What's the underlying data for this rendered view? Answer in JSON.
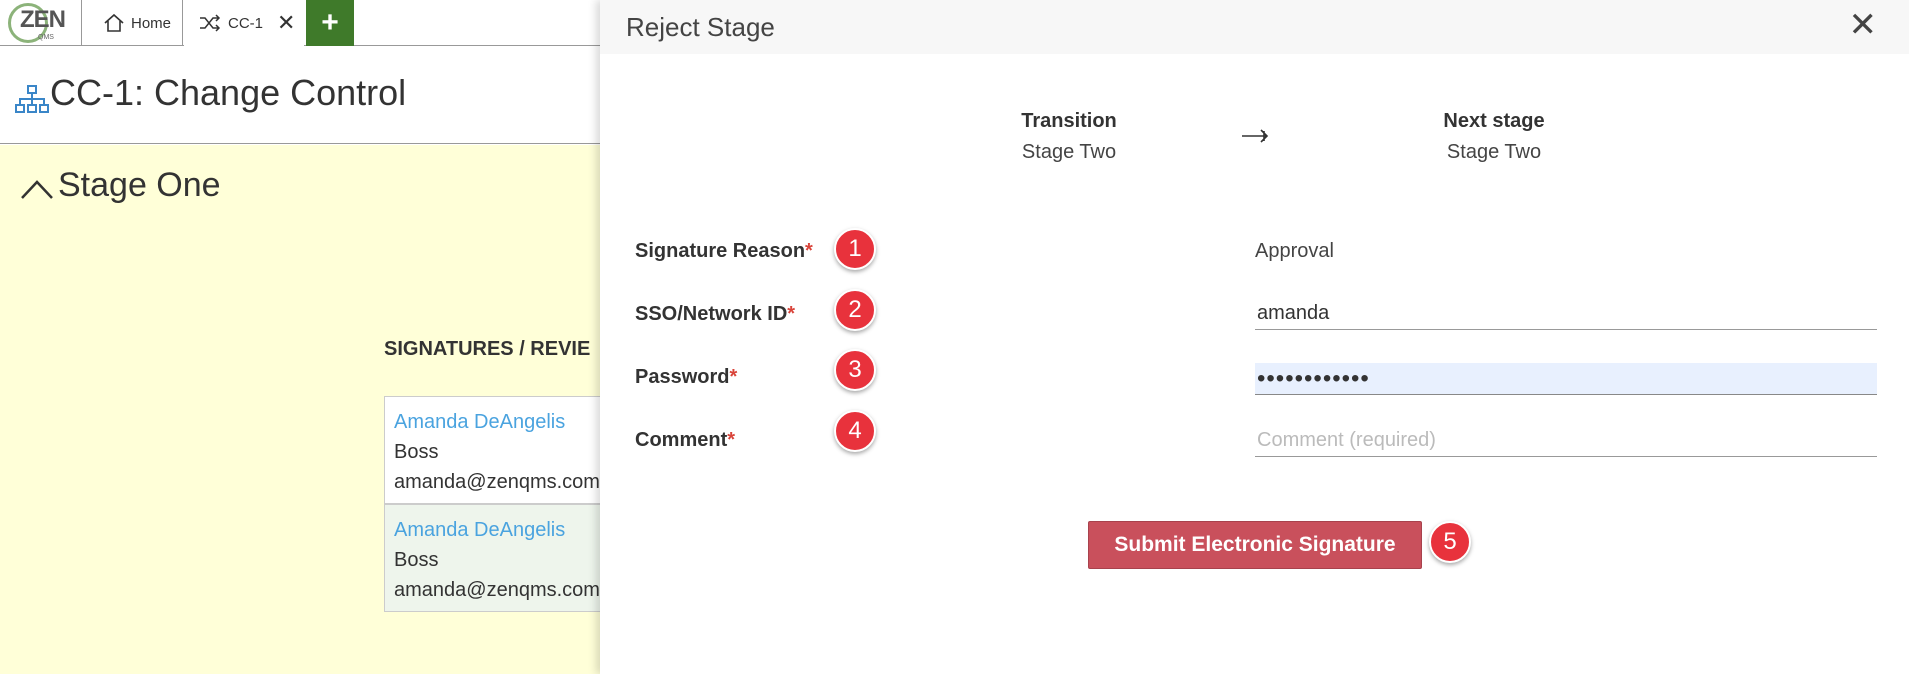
{
  "app": {
    "logo_text": "ZEN",
    "logo_sub": "QMS",
    "tabs": [
      {
        "label": "Home",
        "icon": "home-icon"
      },
      {
        "label": "CC-1",
        "icon": "shuffle-icon",
        "close": "✕"
      }
    ],
    "add_tab_label": "+",
    "page_title": "CC-1: Change Control",
    "stage_title": "Stage One",
    "signatures_header": "SIGNATURES / REVIE",
    "signatures": [
      {
        "name": "Amanda DeAngelis",
        "role": "Boss",
        "email": "amanda@zenqms.com"
      },
      {
        "name": "Amanda DeAngelis",
        "role": "Boss",
        "email": "amanda@zenqms.com"
      }
    ]
  },
  "modal": {
    "title": "Reject Stage",
    "close": "✕",
    "transition": {
      "label": "Transition",
      "value": "Stage Two"
    },
    "next_stage": {
      "label": "Next stage",
      "value": "Stage Two"
    },
    "fields": {
      "signature_reason": {
        "label": "Signature Reason",
        "value": "Approval"
      },
      "sso": {
        "label": "SSO/Network ID",
        "value": "amanda"
      },
      "password": {
        "label": "Password",
        "value": "••••••••••••"
      },
      "comment": {
        "label": "Comment",
        "placeholder": "Comment (required)"
      }
    },
    "required_mark": "*",
    "submit_label": "Submit Electronic Signature",
    "badges": [
      "1",
      "2",
      "3",
      "4",
      "5"
    ]
  },
  "colors": {
    "accent_green": "#3f7a2a",
    "stage_bg": "#ffffd8",
    "link_blue": "#4aa3df",
    "submit_red": "#c9505c",
    "badge_red": "#e8323c"
  }
}
